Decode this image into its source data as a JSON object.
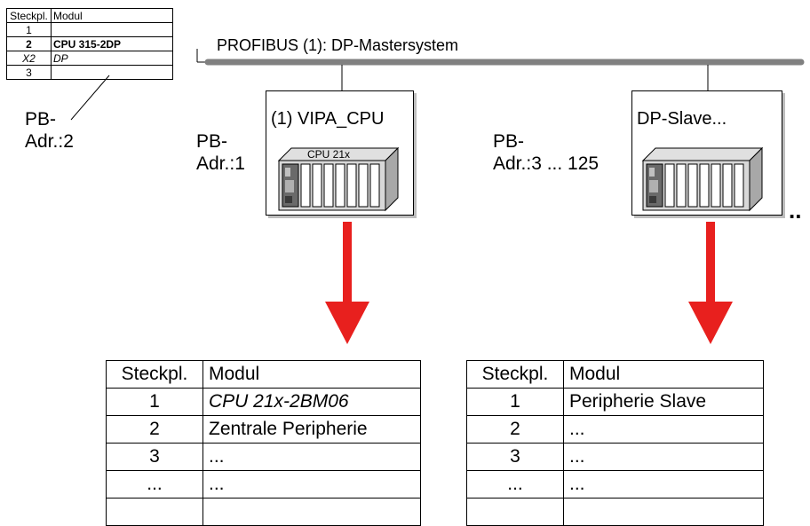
{
  "rack_table": {
    "header": {
      "slot": "Steckpl.",
      "module": "Modul"
    },
    "rows": [
      {
        "slot": "1",
        "module": ""
      },
      {
        "slot": "2",
        "module": "CPU 315-2DP"
      },
      {
        "slot": "X2",
        "module": "DP"
      },
      {
        "slot": "3",
        "module": ""
      }
    ]
  },
  "bus_label": "PROFIBUS (1): DP-Mastersystem",
  "master_address": {
    "line1": "PB-",
    "line2": "Adr.:2"
  },
  "cpu_station": {
    "title": "(1) VIPA_CPU",
    "module_label": "CPU 21x",
    "address_line1": "PB-",
    "address_line2": "Adr.:1"
  },
  "slave_station": {
    "title": "DP-Slave...",
    "address_line1": "PB-",
    "address_line2": "Adr.:3 ... 125"
  },
  "more_marker": "..",
  "left_table": {
    "header": {
      "slot": "Steckpl.",
      "module": "Modul"
    },
    "rows": [
      {
        "slot": "1",
        "module": "CPU 21x-2BM06"
      },
      {
        "slot": "2",
        "module": "Zentrale Peripherie"
      },
      {
        "slot": "3",
        "module": "..."
      },
      {
        "slot": "...",
        "module": "..."
      },
      {
        "slot": "",
        "module": ""
      }
    ]
  },
  "right_table": {
    "header": {
      "slot": "Steckpl.",
      "module": "Modul"
    },
    "rows": [
      {
        "slot": "1",
        "module": "Peripherie Slave"
      },
      {
        "slot": "2",
        "module": "..."
      },
      {
        "slot": "3",
        "module": "..."
      },
      {
        "slot": "...",
        "module": "..."
      },
      {
        "slot": "",
        "module": ""
      }
    ]
  },
  "colors": {
    "bus": "#808080",
    "arrow": "#e8201e"
  }
}
